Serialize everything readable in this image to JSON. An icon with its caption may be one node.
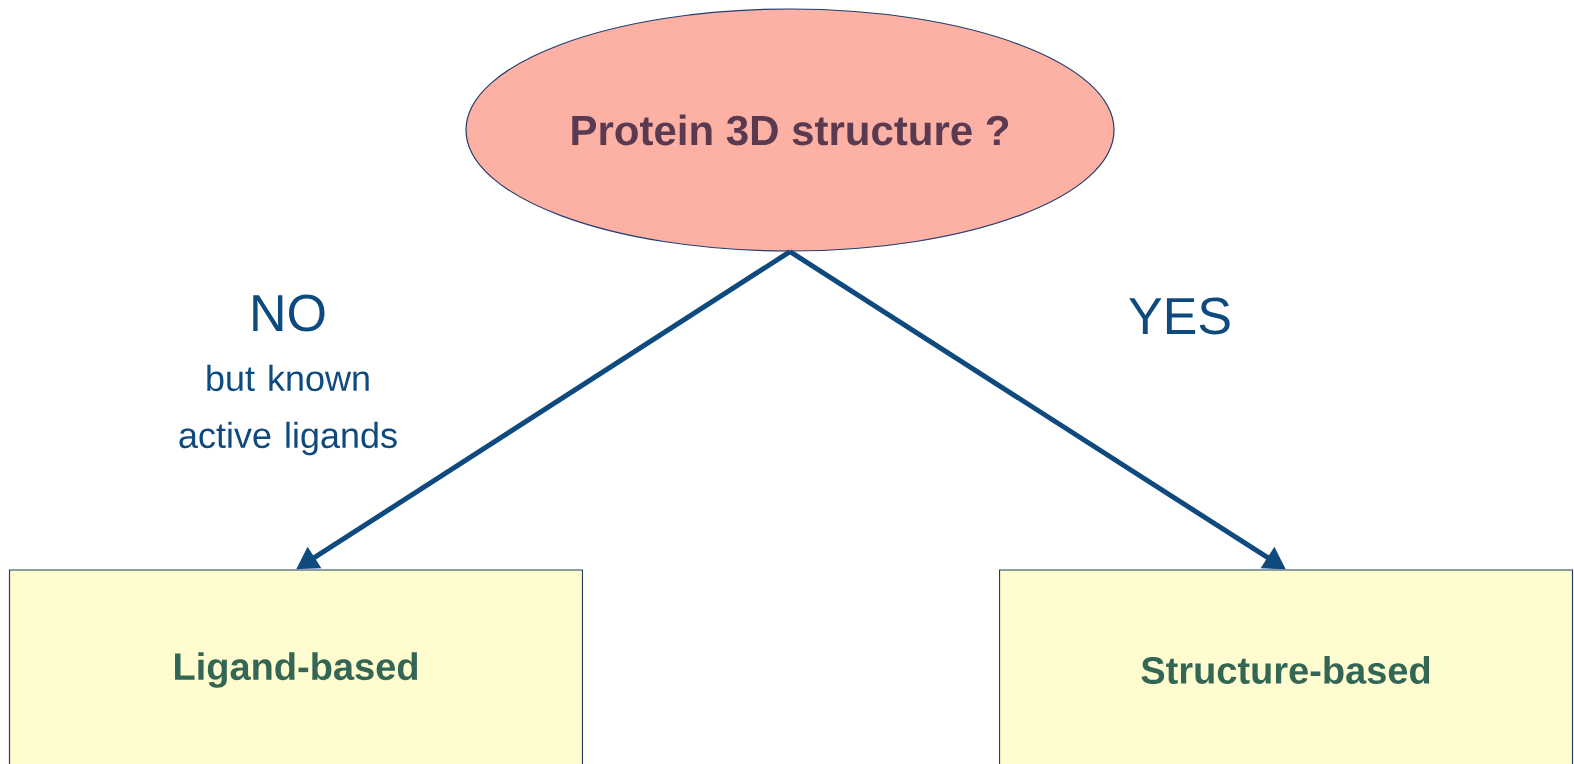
{
  "diagram": {
    "nodes": [
      {
        "text": [
          "Protein 3D structure ?"
        ]
      },
      {
        "text": [
          "Ligand-based"
        ]
      },
      {
        "text": [
          "Structure-based"
        ]
      }
    ],
    "edges": [
      {
        "from": 0,
        "to": 1,
        "arrow": "to",
        "label": "NO"
      },
      {
        "from": 0,
        "to": 2,
        "arrow": "to",
        "label": "YES"
      }
    ],
    "labels": [
      "but known active ligands"
    ]
  }
}
